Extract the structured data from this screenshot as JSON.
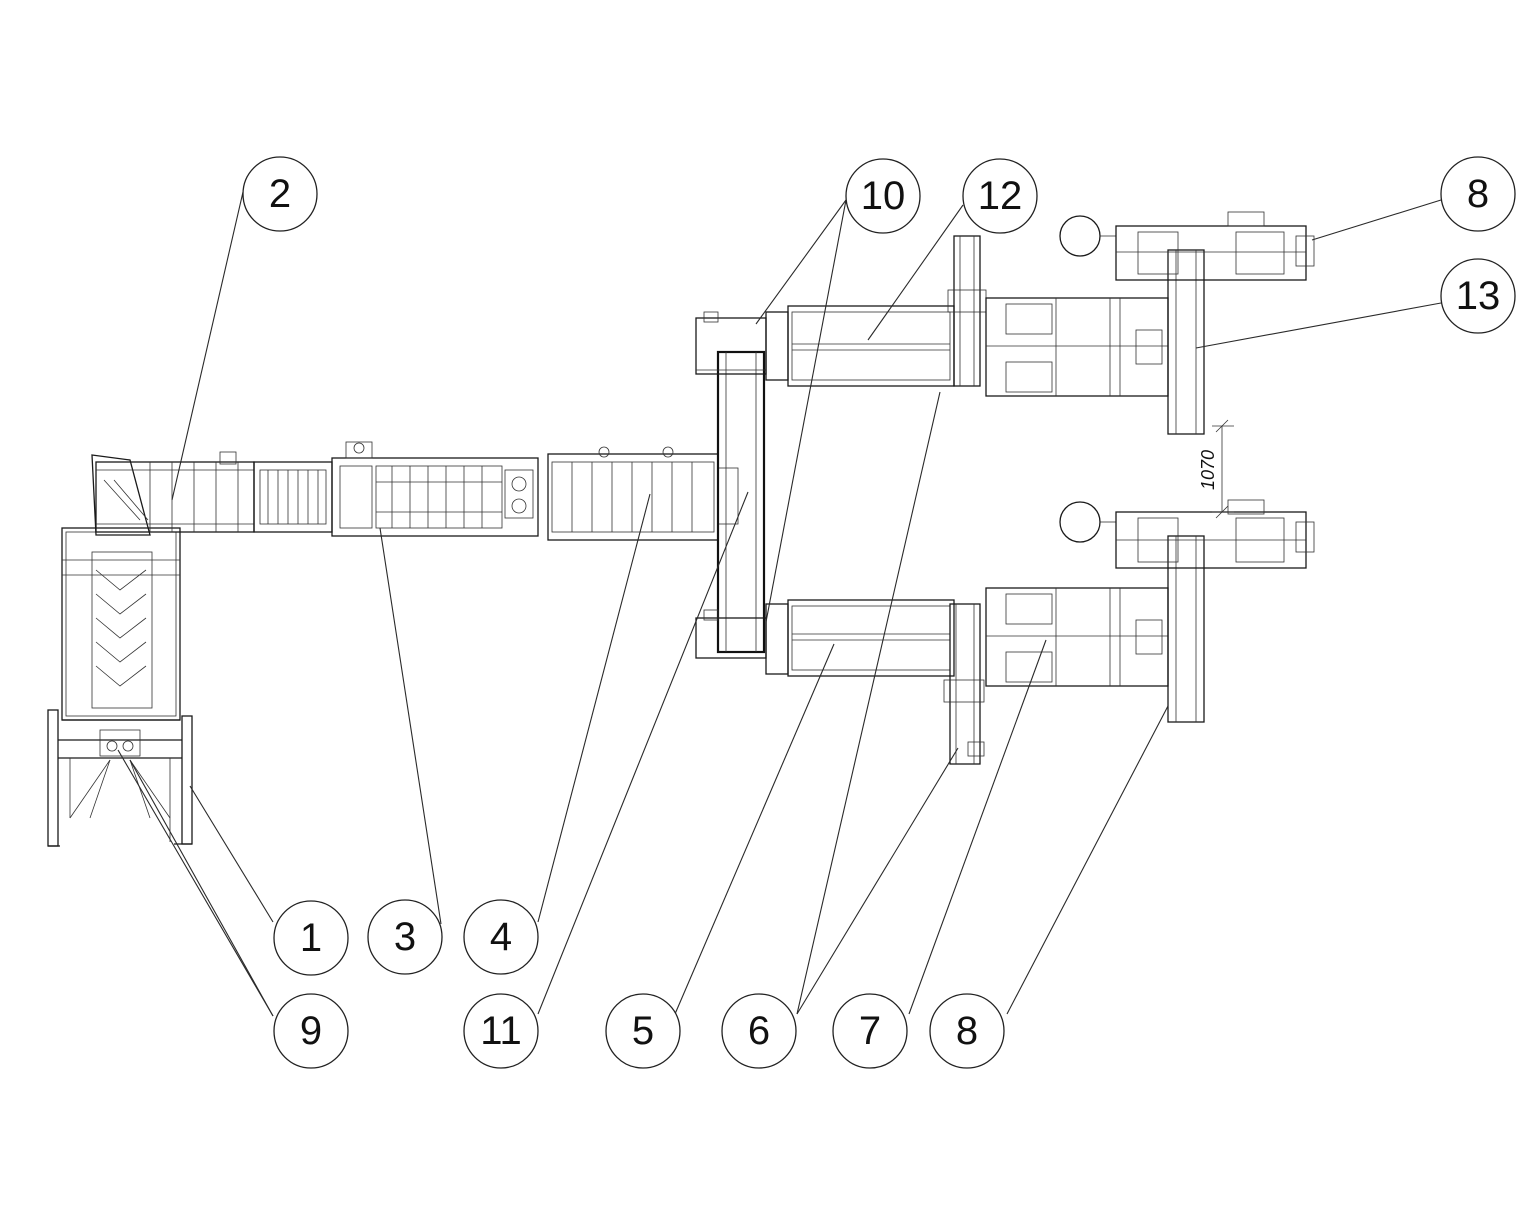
{
  "drawing": {
    "callouts": [
      "1",
      "2",
      "3",
      "4",
      "5",
      "6",
      "7",
      "8",
      "8",
      "9",
      "10",
      "11",
      "12",
      "13"
    ],
    "dimension": "1070"
  }
}
